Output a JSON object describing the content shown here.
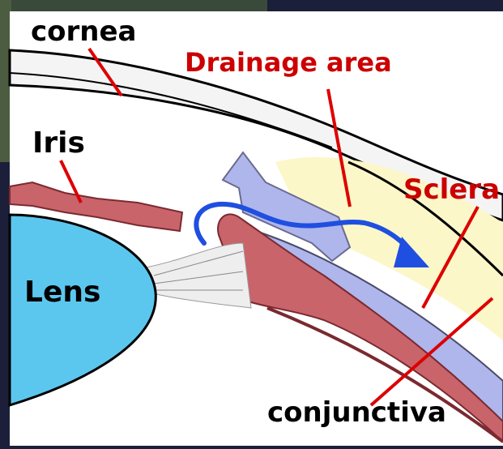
{
  "labels": {
    "cornea": "cornea",
    "drainage_area": "Drainage area",
    "iris": "Iris",
    "sclera": "Sclera",
    "lens": "Lens",
    "conjunctiva": "conjunctiva"
  },
  "colors": {
    "frame": "#1b1f3a",
    "background": "#ffffff",
    "cornea": "#f4f4f4",
    "drainage": "#fbf7c8",
    "sclera": "#aeb6ec",
    "iris": "#c8646a",
    "lens": "#5cc7ee",
    "flow_arrow": "#1f4fe0",
    "label_black": "#000000",
    "label_red": "#cc0000",
    "pointer": "#dd0000"
  }
}
